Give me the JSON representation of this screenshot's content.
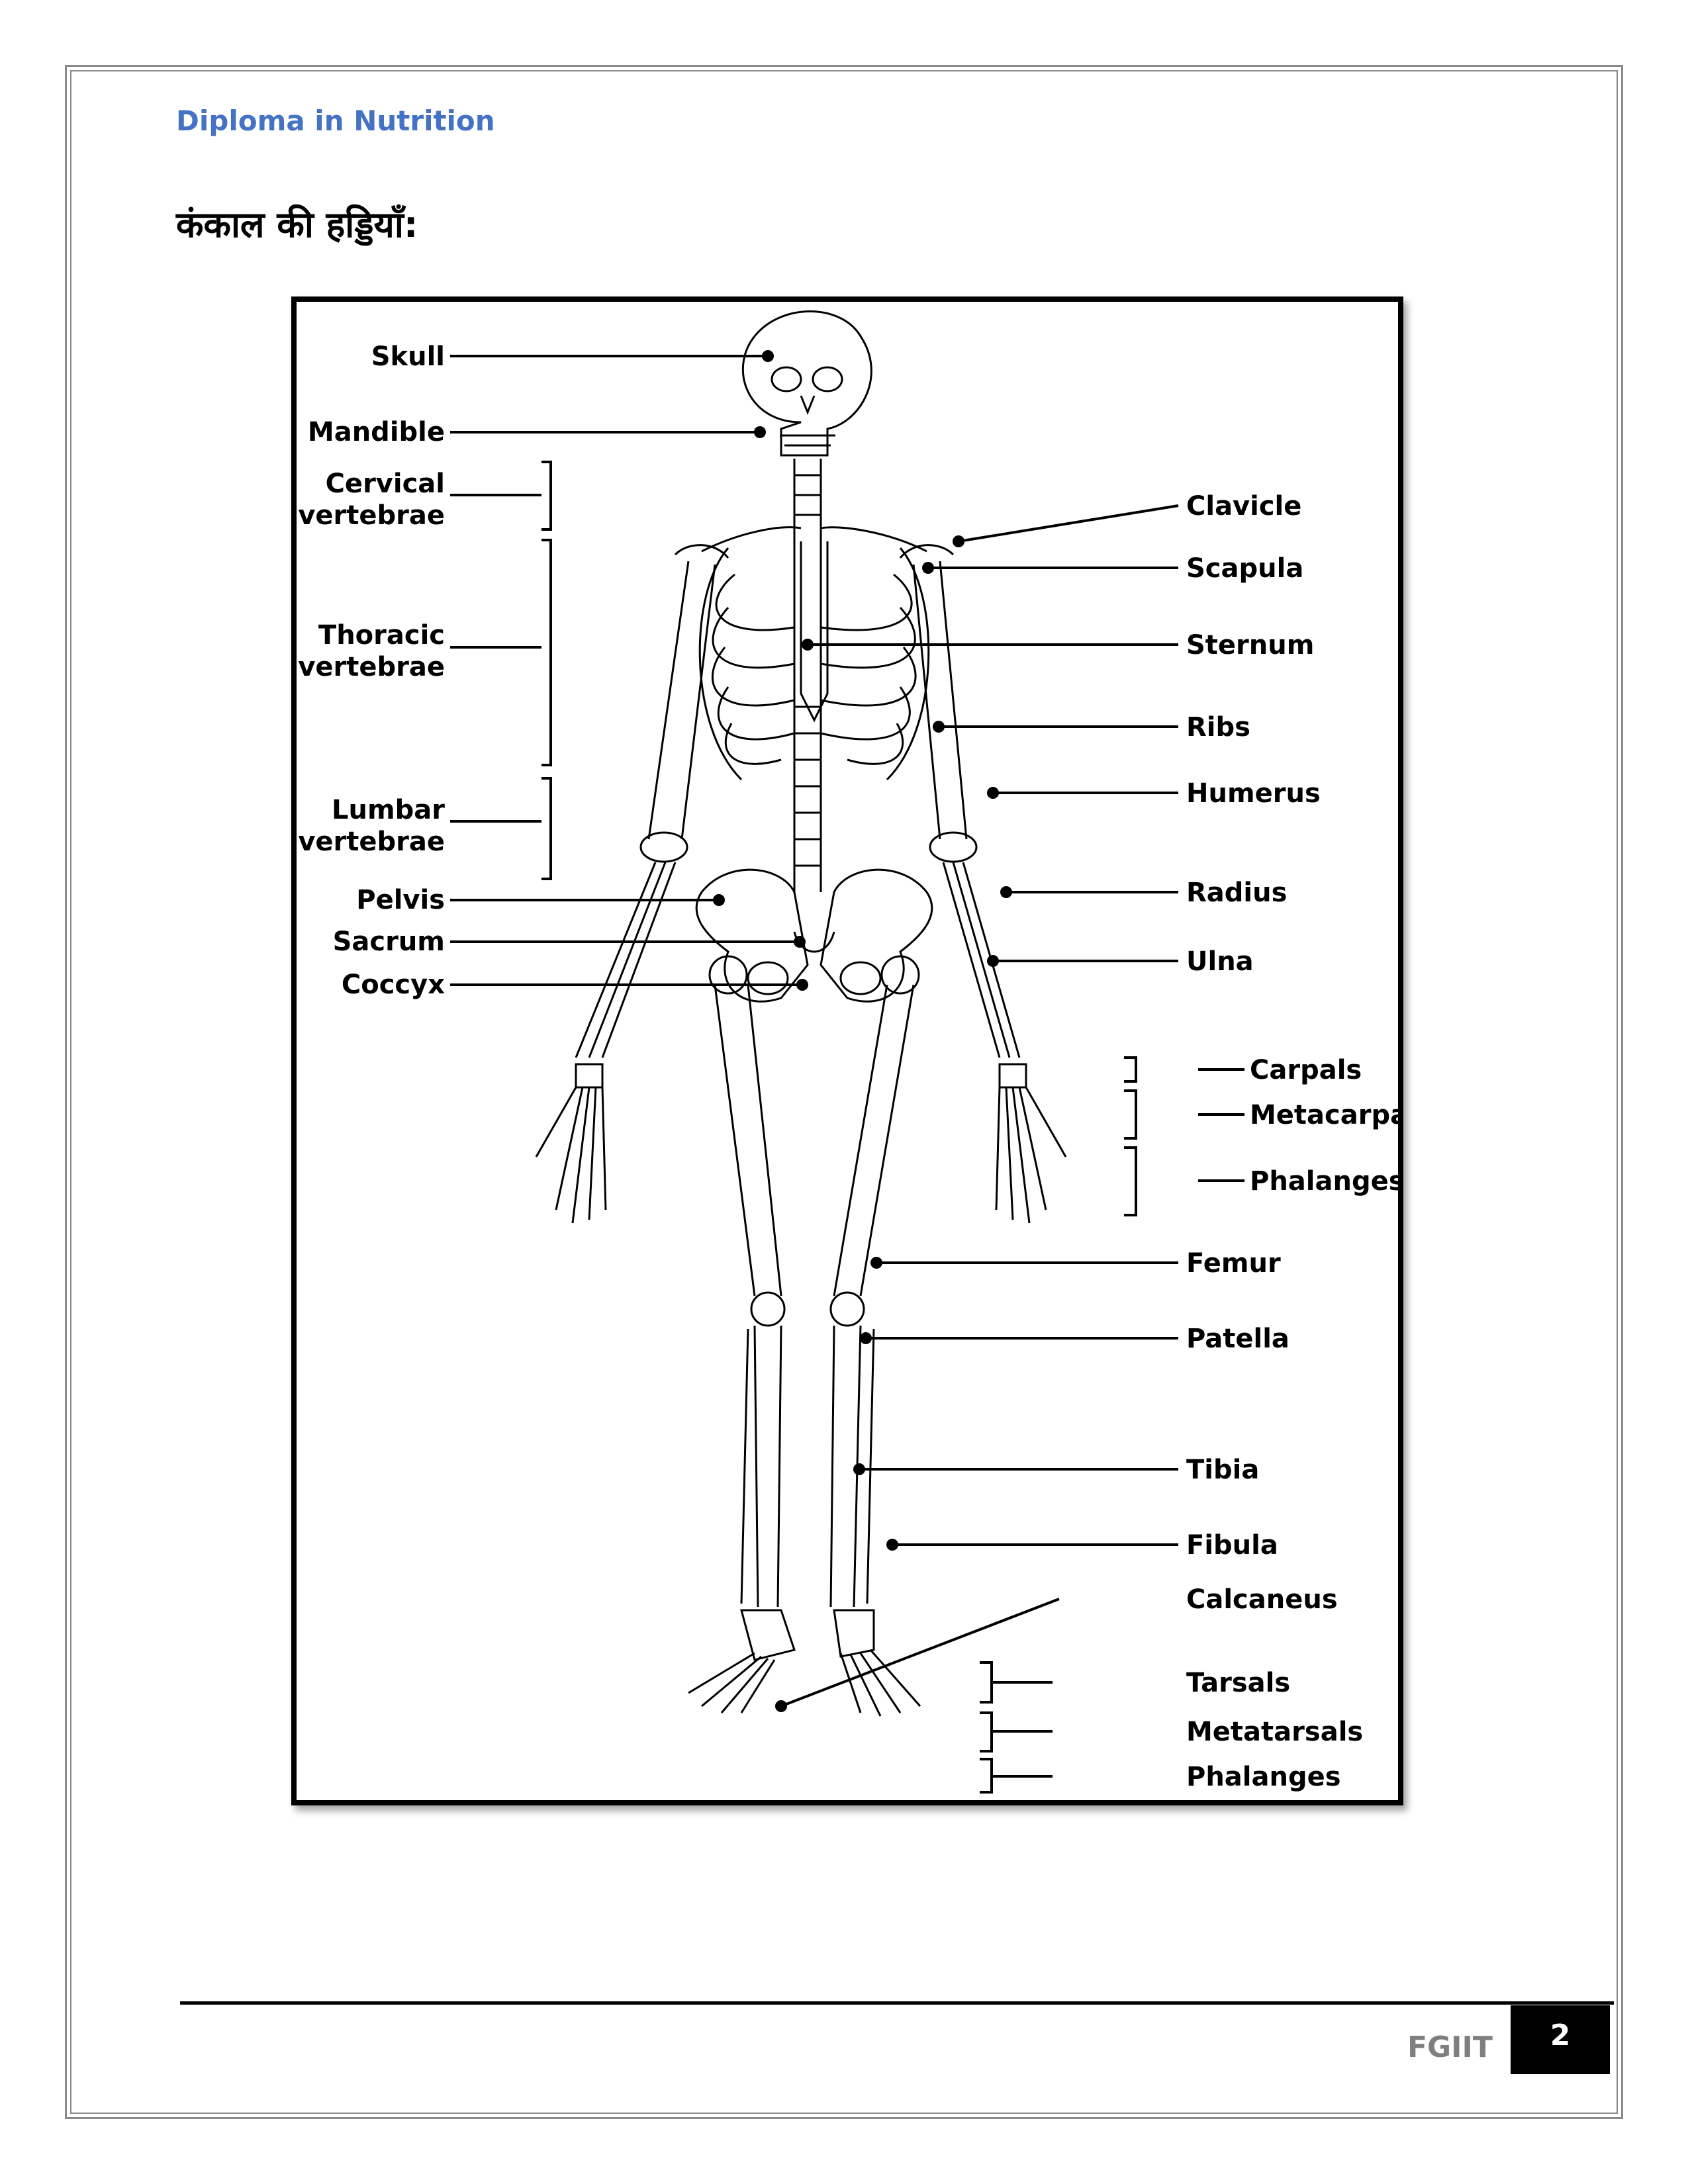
{
  "header": {
    "course_title": "Diploma in Nutrition"
  },
  "heading": "कंकाल की हड्डियाँ:",
  "diagram": {
    "left_labels": {
      "skull": "Skull",
      "mandible": "Mandible",
      "cervical_1": "Cervical",
      "cervical_2": "vertebrae",
      "thoracic_1": "Thoracic",
      "thoracic_2": "vertebrae",
      "lumbar_1": "Lumbar",
      "lumbar_2": "vertebrae",
      "pelvis": "Pelvis",
      "sacrum": "Sacrum",
      "coccyx": "Coccyx"
    },
    "right_labels": {
      "clavicle": "Clavicle",
      "scapula": "Scapula",
      "sternum": "Sternum",
      "ribs": "Ribs",
      "humerus": "Humerus",
      "radius": "Radius",
      "ulna": "Ulna",
      "carpals": "Carpals",
      "metacarpals": "Metacarpals",
      "phalanges_hand": "Phalanges",
      "femur": "Femur",
      "patella": "Patella",
      "tibia": "Tibia",
      "fibula": "Fibula",
      "calcaneus": "Calcaneus",
      "tarsals": "Tarsals",
      "metatarsals": "Metatarsals",
      "phalanges_foot": "Phalanges"
    }
  },
  "footer": {
    "brand": "FGIIT",
    "page_number": "2"
  }
}
